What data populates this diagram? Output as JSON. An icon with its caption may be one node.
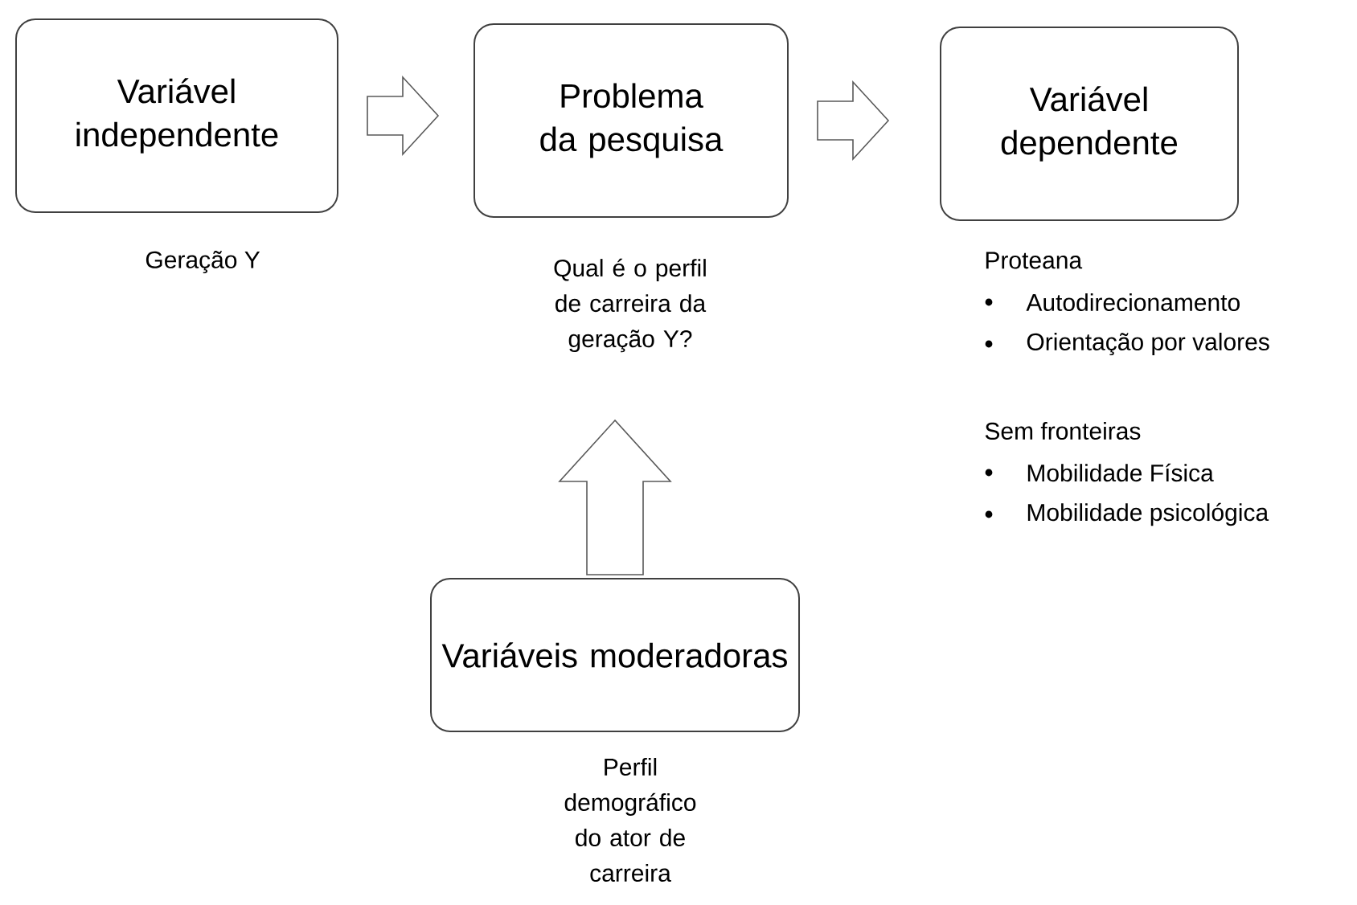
{
  "diagram": {
    "nodes": [
      {
        "text": [
          "Variável independente"
        ],
        "beside": [
          "Geração Y"
        ]
      },
      {
        "text": [
          "Problema da pesquisa"
        ],
        "beside": [
          "Qual é o perfil de carreira da geração Y?"
        ]
      },
      {
        "text": [
          "Variável dependente"
        ],
        "beside": [
          "Proteana",
          "Autodirecionamento",
          "Orientação por valores",
          "Sem fronteiras",
          "Mobilidade Física",
          "Mobilidade psicológica"
        ]
      },
      {
        "text": [
          "Variáveis moderadoras"
        ],
        "beside": [
          "Perfil demográfico do ator de carreira"
        ]
      }
    ],
    "edges": [
      {
        "from": 0,
        "to": 1,
        "arrow": "to"
      },
      {
        "from": 1,
        "to": 2,
        "arrow": "to"
      },
      {
        "from": 3,
        "to": 1,
        "arrow": "to"
      }
    ]
  }
}
